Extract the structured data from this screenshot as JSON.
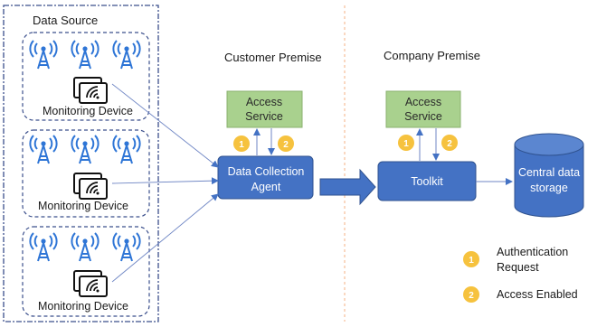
{
  "data_source": {
    "title": "Data Source",
    "groups": [
      {
        "device_label": "Monitoring Device",
        "tower_icons": [
          "antenna-tower-icon",
          "antenna-tower-icon",
          "antenna-tower-icon"
        ],
        "device_icon": "monitoring-device-icon"
      },
      {
        "device_label": "Monitoring Device",
        "tower_icons": [
          "antenna-tower-icon",
          "antenna-tower-icon",
          "antenna-tower-icon"
        ],
        "device_icon": "monitoring-device-icon"
      },
      {
        "device_label": "Monitoring Device",
        "tower_icons": [
          "antenna-tower-icon",
          "antenna-tower-icon",
          "antenna-tower-icon"
        ],
        "device_icon": "monitoring-device-icon"
      }
    ]
  },
  "customer": {
    "title": "Customer Premise",
    "access_service": [
      "Access",
      "Service"
    ],
    "agent": [
      "Data Collection",
      "Agent"
    ]
  },
  "company": {
    "title": "Company Premise",
    "access_service": [
      "Access",
      "Service"
    ],
    "toolkit": "Toolkit"
  },
  "storage": [
    "Central data",
    "storage"
  ],
  "legend": [
    {
      "number": "1",
      "lines": [
        "Authentication",
        "Request"
      ]
    },
    {
      "number": "2",
      "lines": [
        "Access Enabled"
      ]
    }
  ],
  "colors": {
    "box_blue": "#4472c4",
    "box_green": "#a9d18e",
    "badge_yellow": "#f6c23e",
    "arrow_blue": "#4472c4",
    "tower_blue": "#2e75d6",
    "divider_orange": "#f4b183"
  }
}
